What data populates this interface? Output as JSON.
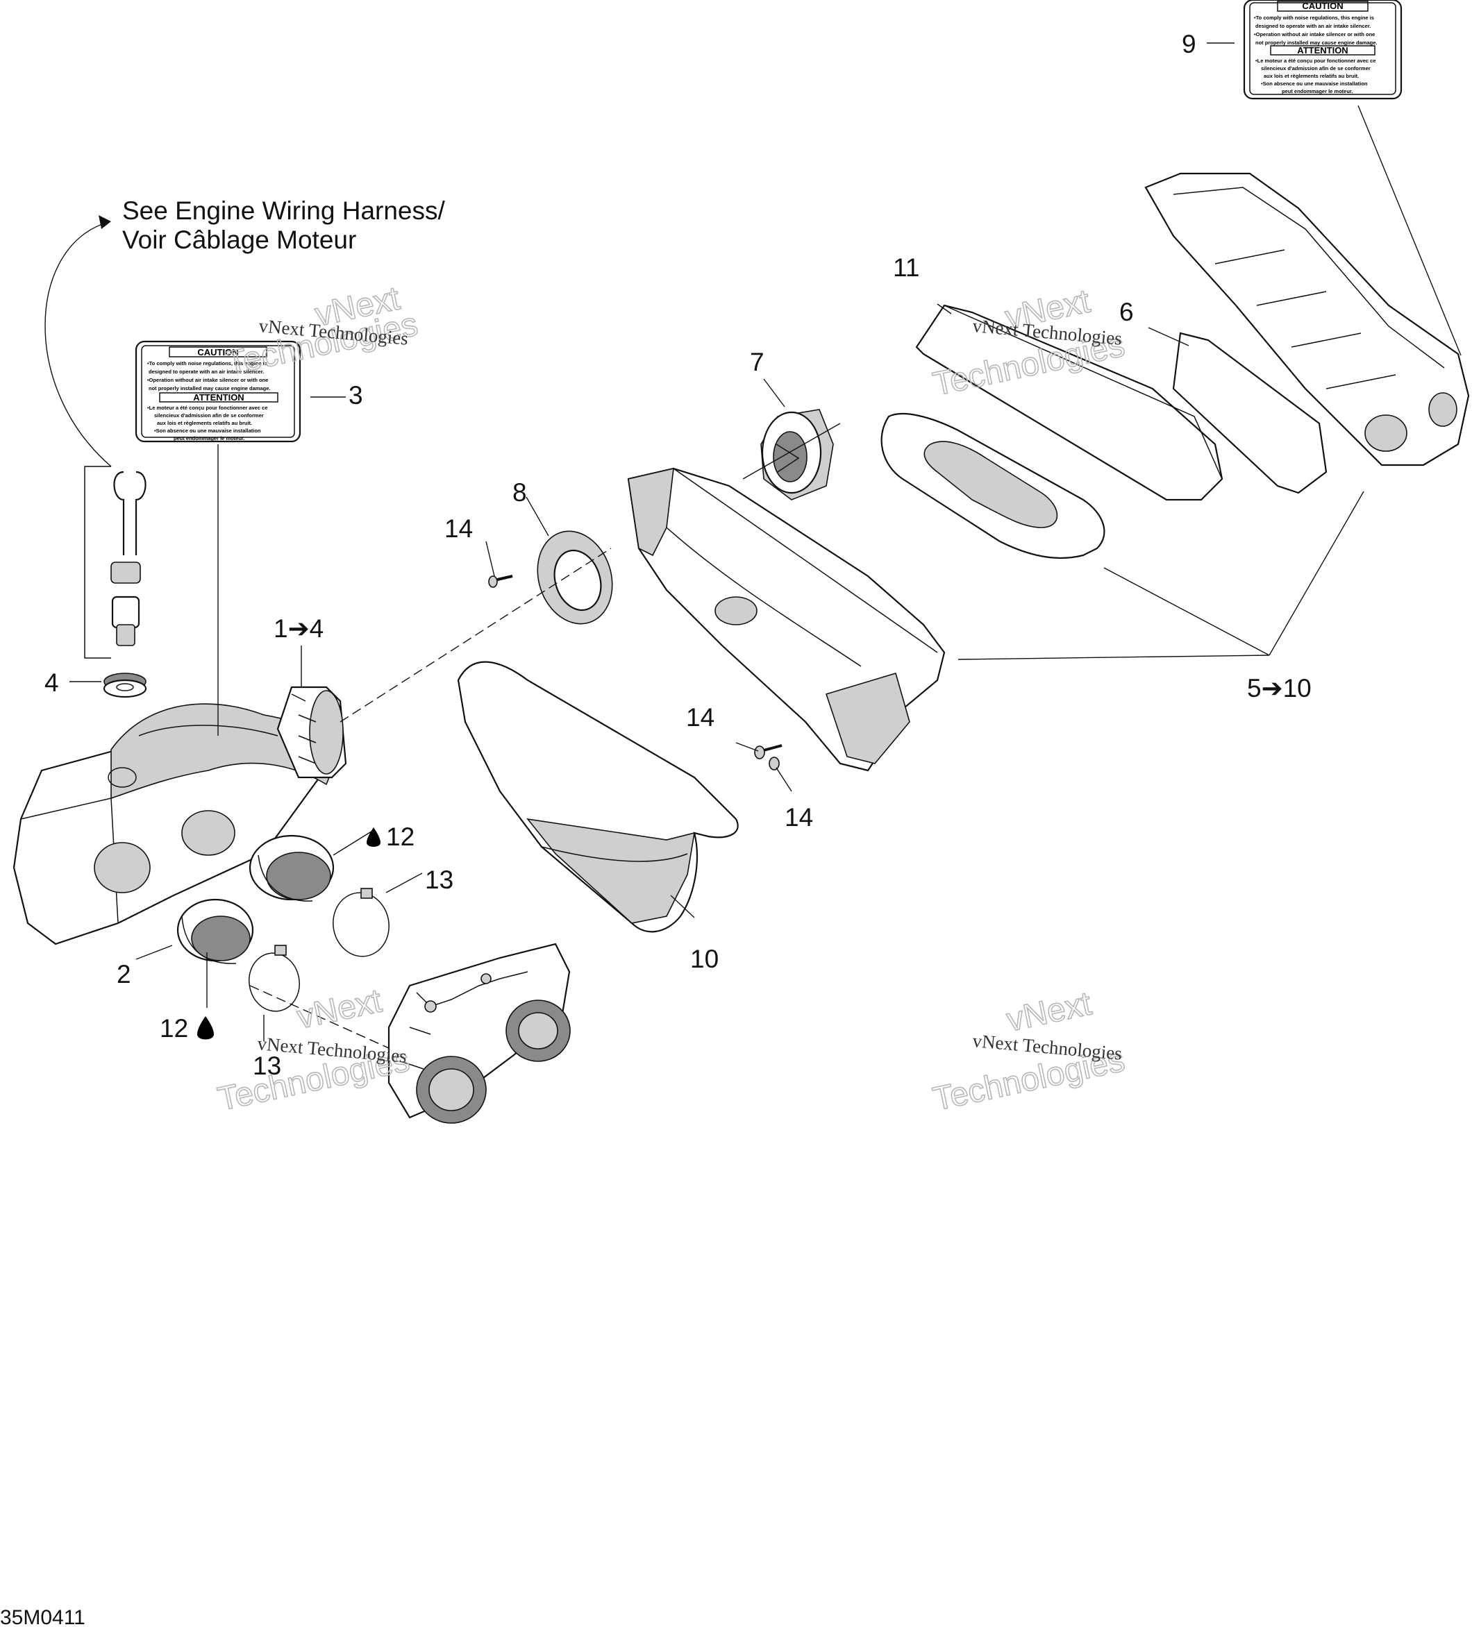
{
  "note": {
    "line1": "See Engine Wiring Harness/",
    "line2": "Voir Câblage Moteur"
  },
  "callouts": {
    "c1_4": "1➔4",
    "c2": "2",
    "c3": "3",
    "c4": "4",
    "c5_10": "5➔10",
    "c6": "6",
    "c7": "7",
    "c8": "8",
    "c9": "9",
    "c10": "10",
    "c11": "11",
    "c12_left": "12",
    "c12_right": "12",
    "c13_upper": "13",
    "c13_lower": "13",
    "c14_top": "14",
    "c14_mid": "14",
    "c14_bottom": "14"
  },
  "label": {
    "caution": "CAUTION",
    "caution_lines": [
      "•To comply with noise regulations, this engine is",
      "designed to operate with an air intake silencer.",
      "•Operation without air intake silencer or with one",
      "not properly installed may cause engine damage."
    ],
    "attention": "ATTENTION",
    "attention_lines": [
      "•Le moteur a été conçu pour fonctionner avec ce",
      "silencieux d'admission afin de se conformer",
      "aux lois et règlements relatifs au bruit.",
      "•Son absence ou une mauvaise installation",
      "peut endommager le moteur."
    ]
  },
  "watermark": {
    "line1": "vNext Technologies",
    "line2a": "vNext",
    "line2b": "Technologies"
  },
  "figure_code": "35M0411"
}
